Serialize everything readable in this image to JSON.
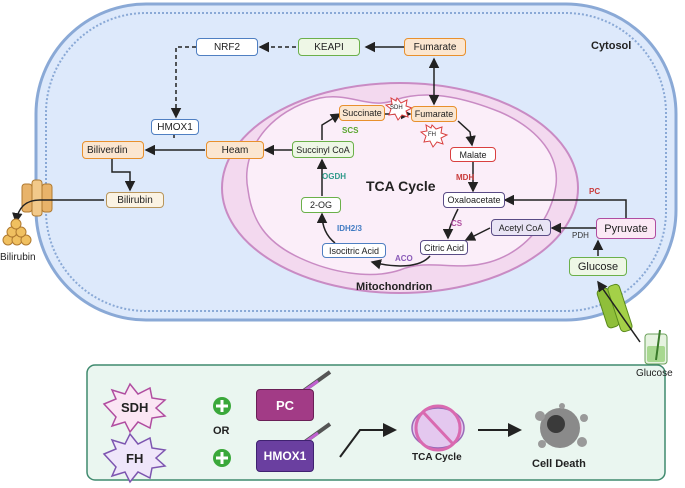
{
  "compartments": {
    "cytosol": "Cytosol",
    "mitochondrion": "Mitochondrion",
    "tca_title": "TCA Cycle"
  },
  "metabolites": {
    "nrf2": "NRF2",
    "keapi": "KEAPI",
    "fumarate_cytosol": "Fumarate",
    "hmox1": "HMOX1",
    "biliverdin": "Biliverdin",
    "heam": "Heam",
    "bilirubin_box": "Bilirubin",
    "bilirubin_outside": "Bilirubin",
    "succinate": "Succinate",
    "fumarate_mito": "Fumarate",
    "malate": "Malate",
    "oxaloacetate": "Oxaloacetate",
    "succinyl_coa": "Succinyl CoA",
    "two_og": "2-OG",
    "isocitric_acid": "Isocitric Acid",
    "citric_acid": "Citric Acid",
    "acetyl_coa": "Acetyl CoA",
    "pyruvate": "Pyruvate",
    "glucose_box": "Glucose",
    "glucose_outside": "Glucose"
  },
  "enzymes": {
    "sdh_star": "SDH",
    "fh_star": "FH",
    "scs": "SCS",
    "ogdh": "OGDH",
    "mdh": "MDH",
    "idh": "IDH2/3",
    "cs": "CS",
    "aco": "ACO",
    "pc": "PC",
    "pdh": "PDH"
  },
  "panel": {
    "sdh": "SDH",
    "or": "OR",
    "fh": "FH",
    "pc": "PC",
    "hmox1": "HMOX1",
    "tca": "TCA Cycle",
    "cell_death": "Cell Death"
  },
  "colors": {
    "cytosol_fill": "#dde9fb",
    "membrane": "#8aa9d6",
    "mito_fill": "#f3d9ef",
    "mito_border": "#c98bc4",
    "sdh_star": "#b04da0",
    "fh_star": "#7d55b0",
    "plus": "#3aa83a",
    "pc_box": "#a23b86",
    "hmox1_box": "#6a3fa0"
  }
}
